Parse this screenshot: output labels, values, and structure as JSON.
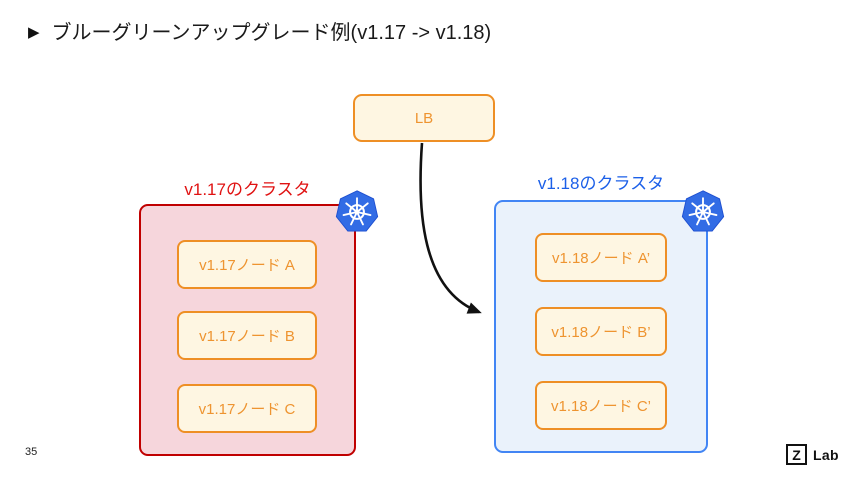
{
  "slide": {
    "bullet": "▶",
    "title": "ブルーグリーンアップグレード例(v1.17 -> v1.18)",
    "page_number": "35",
    "logo_mark": "Z",
    "logo_text": "Lab"
  },
  "diagram": {
    "lb_label": "LB",
    "clusters": [
      {
        "label": "v1.17のクラスタ",
        "label_color": "#e01212",
        "border_color": "#c00000",
        "fill_color": "#f6d6dc",
        "nodes": [
          "v1.17ノード A",
          "v1.17ノード B",
          "v1.17ノード C"
        ]
      },
      {
        "label": "v1.18のクラスタ",
        "label_color": "#1b5fe8",
        "border_color": "#4285f4",
        "fill_color": "#eaf2fb",
        "nodes": [
          "v1.18ノード A’",
          "v1.18ノード B’",
          "v1.18ノード C’"
        ]
      }
    ],
    "node_style": {
      "border_color": "#ee8f25",
      "fill_color": "#fef6e2",
      "text_color": "#ee9430"
    },
    "kubernetes_blue": "#326ce5",
    "arrow_color": "#111111"
  }
}
